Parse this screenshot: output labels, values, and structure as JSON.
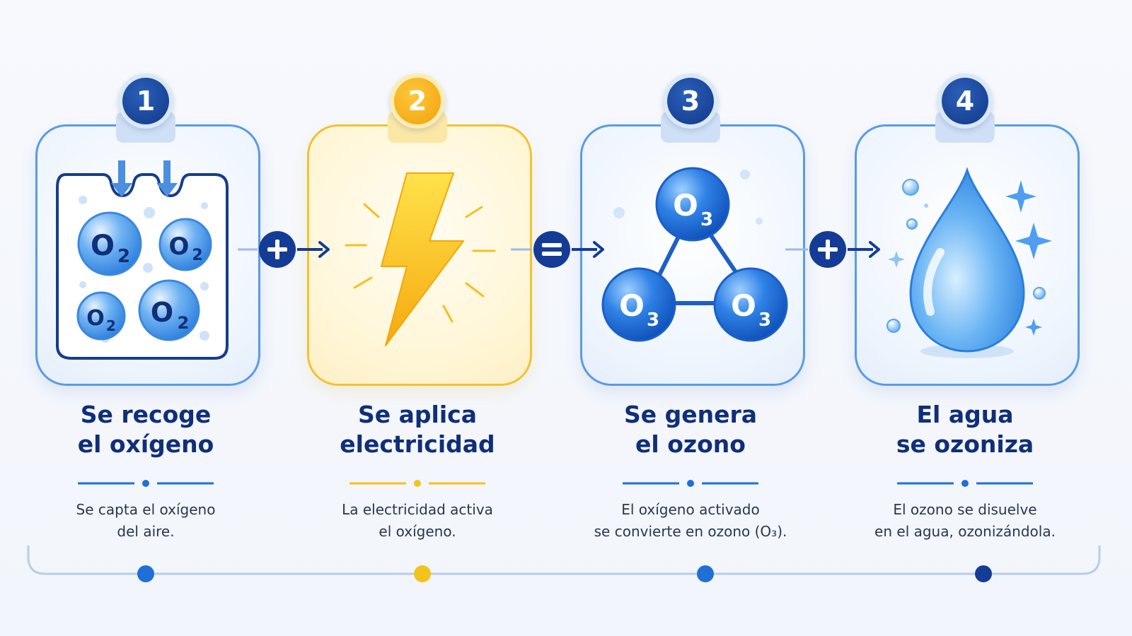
{
  "steps": [
    {
      "number": "1",
      "title_line1": "Se recoge",
      "title_line2": "el oxígeno",
      "desc_line1": "Se capta el oxígeno",
      "desc_line2": "del aire.",
      "color": "#1f6fd6",
      "theme": "blue",
      "icon": "air-container-icon"
    },
    {
      "number": "2",
      "title_line1": "Se aplica",
      "title_line2": "electricidad",
      "desc_line1": "La electricidad activa",
      "desc_line2": "el oxígeno.",
      "color": "#f4c21c",
      "theme": "yellow",
      "icon": "lightning-bolt-icon"
    },
    {
      "number": "3",
      "title_line1": "Se genera",
      "title_line2": "el ozono",
      "desc_line1": "El oxígeno activado",
      "desc_line2": "se convierte en ozono (O₃).",
      "color": "#1f6fd6",
      "theme": "blue",
      "icon": "ozone-molecule-icon"
    },
    {
      "number": "4",
      "title_line1": "El agua",
      "title_line2": "se ozoniza",
      "desc_line1": "El ozono se disuelve",
      "desc_line2": "en el agua, ozonizándola.",
      "color": "#143c96",
      "theme": "blue",
      "icon": "water-drop-icon"
    }
  ],
  "operators": [
    {
      "symbol": "plus",
      "icon": "plus-icon"
    },
    {
      "symbol": "equals",
      "icon": "equals-icon"
    },
    {
      "symbol": "plus",
      "icon": "plus-icon"
    }
  ],
  "molecule_labels": {
    "o2": "O",
    "o2_sub": "2",
    "o3": "O",
    "o3_sub": "3"
  },
  "colors": {
    "navy": "#0f2f78",
    "blue": "#1f6fd6",
    "light_blue": "#5a9be4",
    "yellow": "#f4c21c"
  }
}
